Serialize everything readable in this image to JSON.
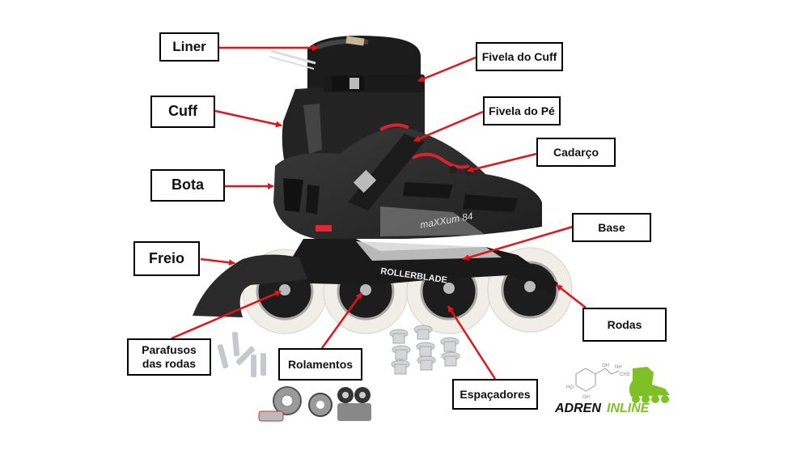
{
  "diagram": {
    "subject": "Inline skate anatomy",
    "colors": {
      "arrow": "#e0151b",
      "box_border": "#000000",
      "boot_dark": "#2b2b2b",
      "boot_mid": "#4a4a4a",
      "wheel": "#f1eee8",
      "lace": "#d9222a",
      "logo_green": "#7ec127",
      "logo_black": "#111111"
    },
    "labels": [
      {
        "id": "liner",
        "text": "Liner"
      },
      {
        "id": "cuff",
        "text": "Cuff"
      },
      {
        "id": "bota",
        "text": "Bota"
      },
      {
        "id": "freio",
        "text": "Freio"
      },
      {
        "id": "parafusos",
        "text": "Parafusos das rodas",
        "line1": "Parafusos",
        "line2": "das rodas"
      },
      {
        "id": "rolamentos",
        "text": "Rolamentos"
      },
      {
        "id": "espacadores",
        "text": "Espaçadores"
      },
      {
        "id": "fivela-cuff",
        "text": "Fivela do Cuff"
      },
      {
        "id": "fivela-pe",
        "text": "Fivela do Pé"
      },
      {
        "id": "cadarco",
        "text": "Cadarço"
      },
      {
        "id": "base",
        "text": "Base"
      },
      {
        "id": "rodas",
        "text": "Rodas"
      }
    ],
    "logo": {
      "part1": "ADREN",
      "part2": "INLINE",
      "molecule_labels": [
        "OH",
        "NH",
        "CH3",
        "HO",
        "OH"
      ]
    },
    "frame_text": "ROLLERBLADE",
    "boot_text": "maXXum 84"
  }
}
